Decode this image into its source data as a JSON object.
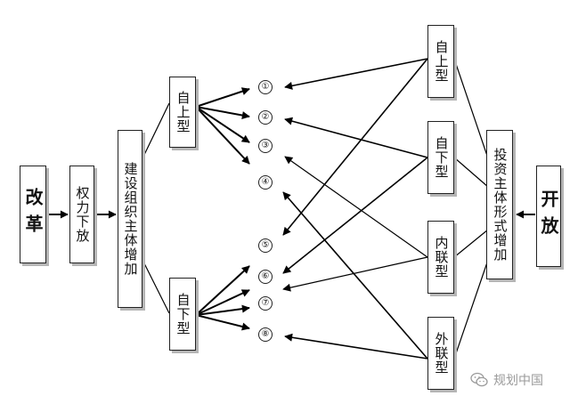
{
  "nodes": {
    "gaige": "改革",
    "quanli": "权力下放",
    "jianshe": "建设组织主体增加",
    "left_top": "自上型",
    "left_bottom": "自下型",
    "kaifang": "开放",
    "touzi": "投资主体形式增加",
    "right_1": "自上型",
    "right_2": "自下型",
    "right_3": "内联型",
    "right_4": "外联型"
  },
  "numbers": [
    "①",
    "②",
    "③",
    "④",
    "⑤",
    "⑥",
    "⑦",
    "⑧"
  ],
  "watermark": "规划中国",
  "watermark_icon": "wechat-icon",
  "line_color": "#000000"
}
